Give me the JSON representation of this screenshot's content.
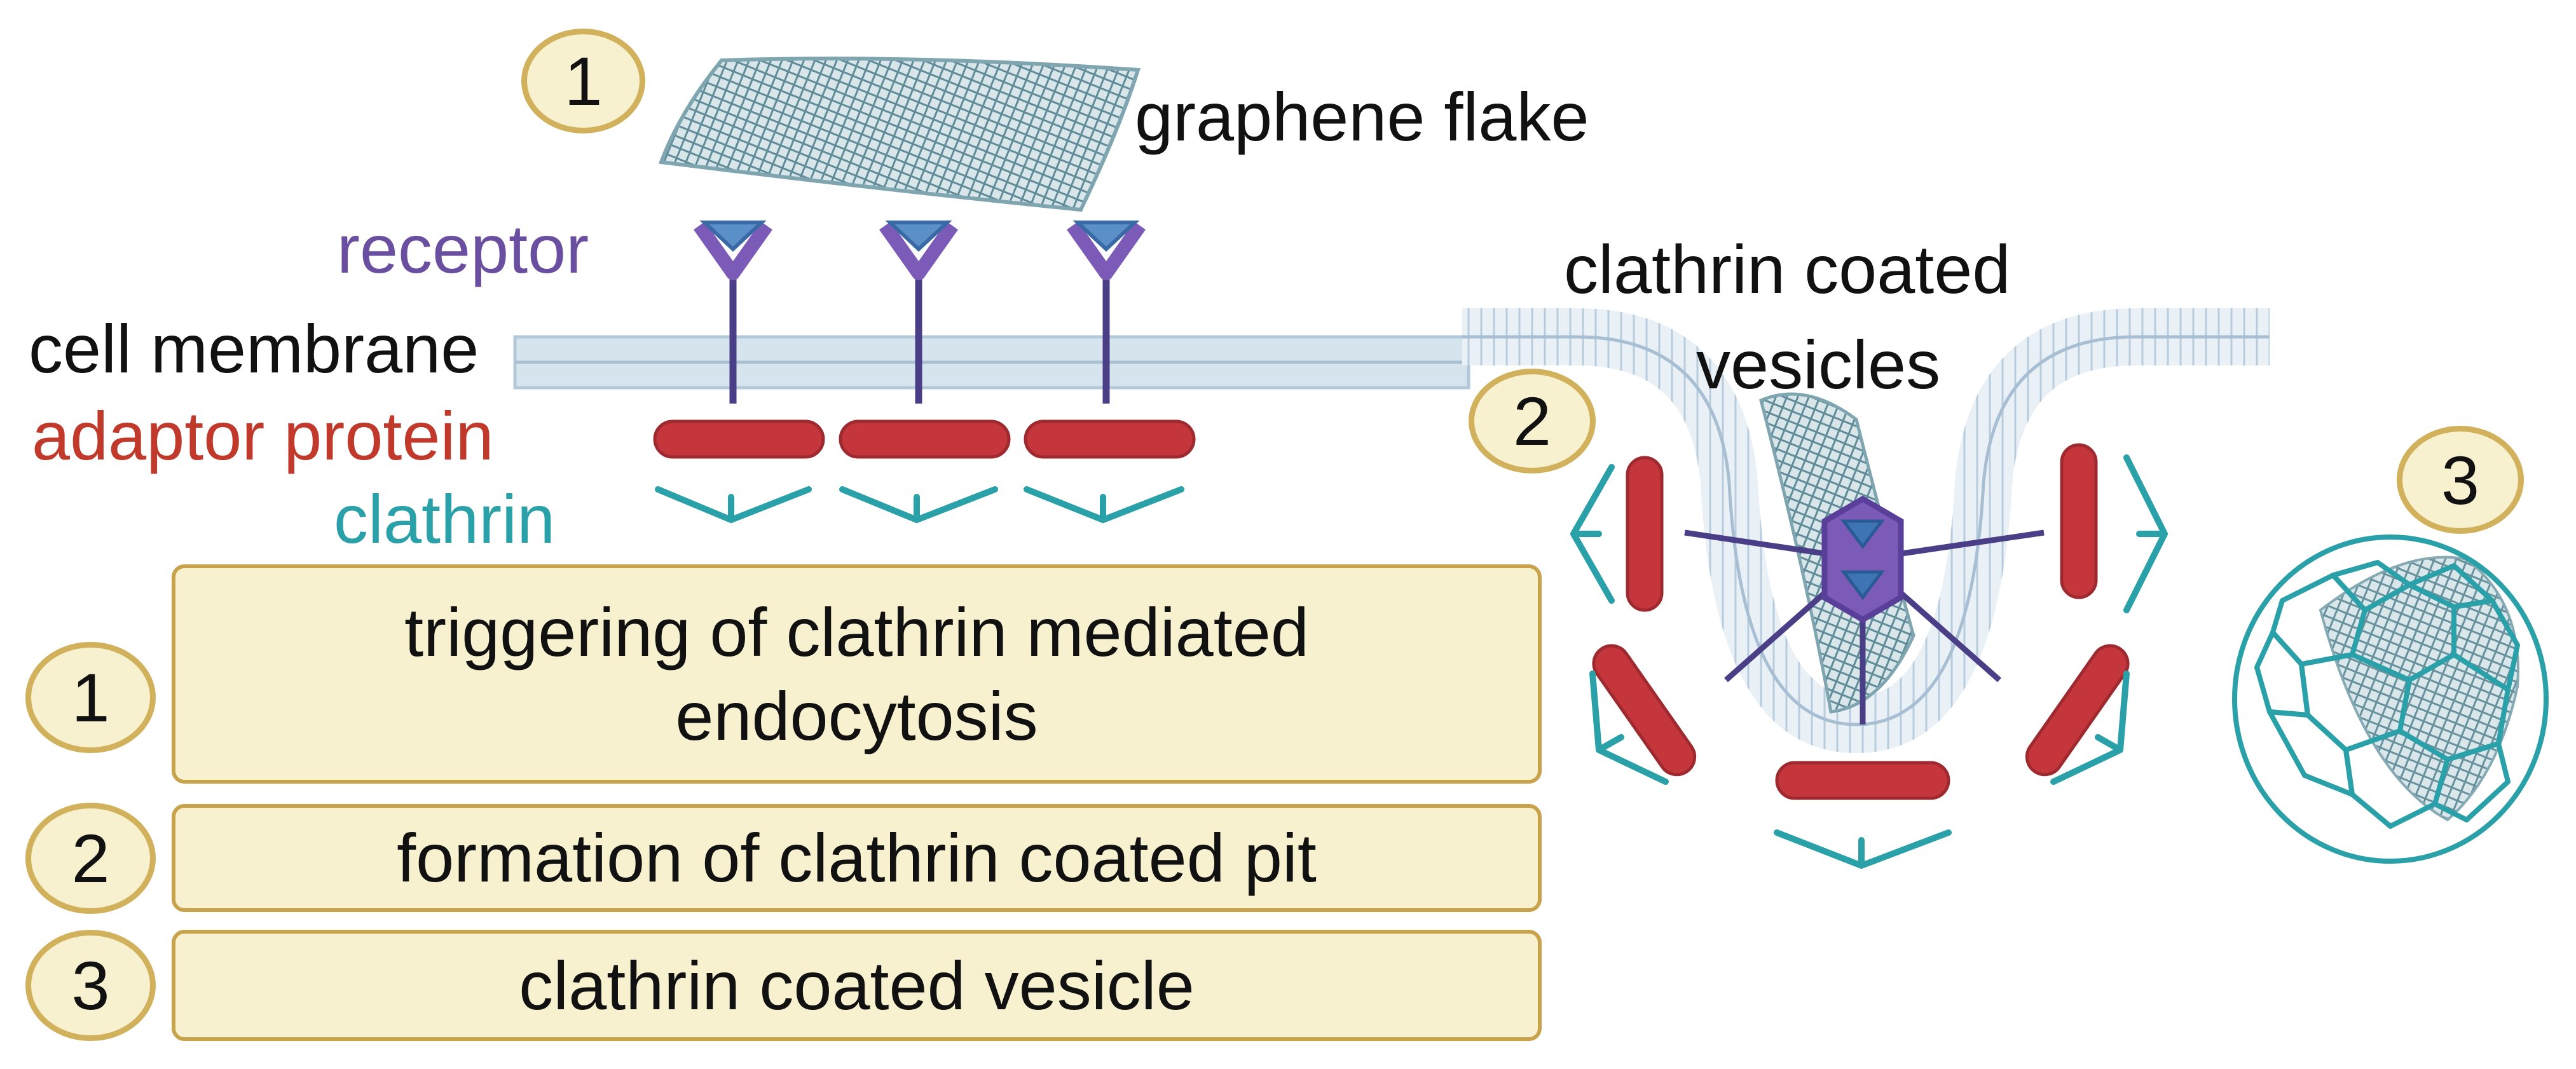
{
  "labels": {
    "graphene_flake": "graphene flake",
    "receptor": "receptor",
    "cell_membrane": "cell membrane",
    "adaptor_protein": "adaptor protein",
    "clathrin": "clathrin",
    "clathrin_coated_vesicles_line1": "clathrin coated",
    "clathrin_coated_vesicles_line2": "vesicles"
  },
  "badges": {
    "graphene": "1",
    "pit": "2",
    "vesicle": "3"
  },
  "steps": [
    {
      "number": "1",
      "text": "triggering of clathrin mediated endocytosis"
    },
    {
      "number": "2",
      "text": "formation of clathrin coated pit"
    },
    {
      "number": "3",
      "text": "clathrin coated vesicle"
    }
  ],
  "colors": {
    "receptor": "#6a4fa0",
    "receptor_cap": "#5b8fc8",
    "adaptor_protein": "#c0392b",
    "clathrin": "#2aa0a8",
    "membrane": "#b8cfe0",
    "graphene": "#5f8c98",
    "badge_fill": "#f7f1cf",
    "badge_border": "#d2b15c"
  }
}
